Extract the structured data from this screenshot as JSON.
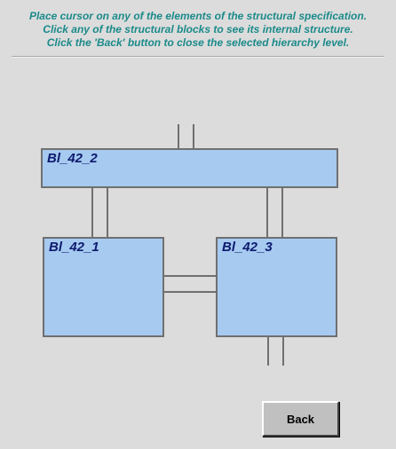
{
  "instructions": {
    "line1": "Place cursor on any of the elements of the structural specification.",
    "line2": "Click any of the structural blocks to see its internal structure.",
    "line3": "Click the 'Back' button to close the selected hierarchy level."
  },
  "diagram": {
    "blocks": [
      {
        "id": "Bl_42_2",
        "label": "Bl_42_2"
      },
      {
        "id": "Bl_42_1",
        "label": "Bl_42_1"
      },
      {
        "id": "Bl_42_3",
        "label": "Bl_42_3"
      }
    ]
  },
  "buttons": {
    "back_label": "Back"
  },
  "colors": {
    "instruction_text": "#1c8a8a",
    "block_fill": "#a6caf0",
    "block_border": "#707070",
    "block_label": "#0d1a6e",
    "background": "#dcdcdc"
  }
}
